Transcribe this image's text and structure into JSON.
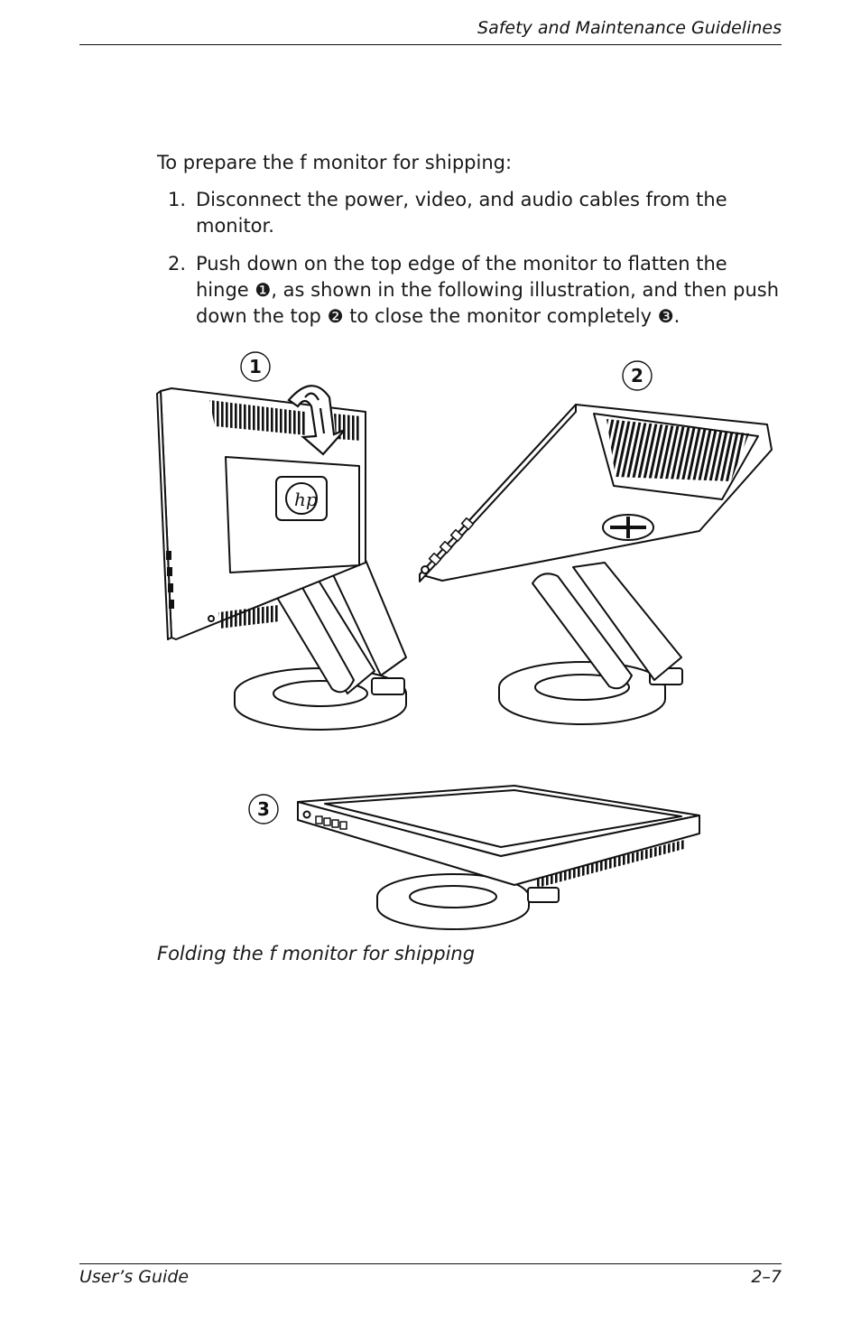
{
  "header": {
    "title": "Safety and Maintenance Guidelines"
  },
  "body": {
    "intro": "To prepare the f monitor for shipping:",
    "steps": [
      {
        "number": "1.",
        "text": "Disconnect the power, video, and audio cables from the monitor."
      },
      {
        "number": "2.",
        "text_a": "Push down on the top edge of the monitor to flatten the hinge ",
        "marker_1": "❶",
        "text_b": ", as shown in the following illustration, and then push down the top ",
        "marker_2": "❷",
        "text_c": " to close the monitor completely ",
        "marker_3": "❸",
        "text_d": "."
      }
    ]
  },
  "figure": {
    "callouts": [
      "1",
      "2",
      "3"
    ],
    "caption": "Folding the f monitor for shipping"
  },
  "footer": {
    "left": "User’s Guide",
    "right": "2–7"
  }
}
